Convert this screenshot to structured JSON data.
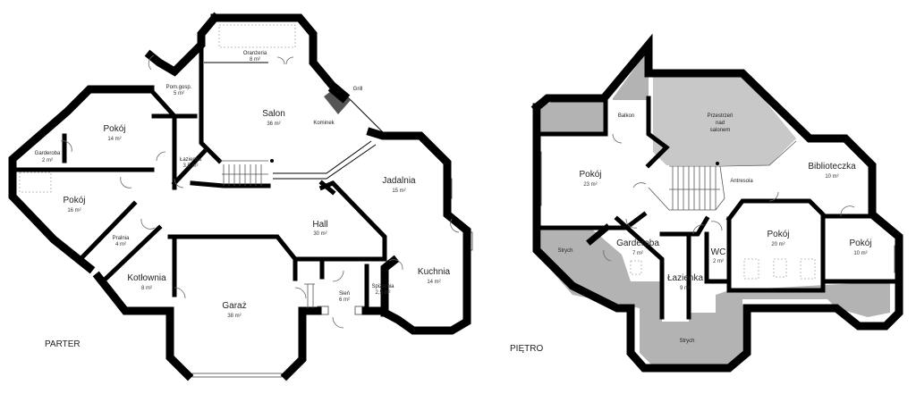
{
  "floors": [
    {
      "label": "PARTER",
      "rooms": [
        {
          "name": "Pokój",
          "area": "14 m²"
        },
        {
          "name": "Garderoba",
          "area": "2 m²"
        },
        {
          "name": "Pokój",
          "area": "16 m²"
        },
        {
          "name": "Pom.gosp.",
          "area": "5 m²"
        },
        {
          "name": "Łazienka",
          "area": "3,5 m²"
        },
        {
          "name": "Oranżeria",
          "area": "8 m²"
        },
        {
          "name": "Salon",
          "area": "36 m²"
        },
        {
          "name": "Kominek",
          "area": ""
        },
        {
          "name": "Grill",
          "area": ""
        },
        {
          "name": "Jadalnia",
          "area": "15 m²"
        },
        {
          "name": "Hall",
          "area": "30 m²"
        },
        {
          "name": "Pralnia",
          "area": "4 m²"
        },
        {
          "name": "Kotłownia",
          "area": "8 m²"
        },
        {
          "name": "Garaż",
          "area": "38 m²"
        },
        {
          "name": "Sień",
          "area": "6 m²"
        },
        {
          "name": "Spiżarnia",
          "area": "2,5 m²"
        },
        {
          "name": "Kuchnia",
          "area": "14 m²"
        }
      ]
    },
    {
      "label": "PIĘTRO",
      "rooms": [
        {
          "name": "Balkon",
          "area": ""
        },
        {
          "name": "Przestrzeń nad salonem",
          "area": ""
        },
        {
          "name": "Pokój",
          "area": "23 m²"
        },
        {
          "name": "Antresola",
          "area": ""
        },
        {
          "name": "Biblioteczka",
          "area": "10 m²"
        },
        {
          "name": "Garderoba",
          "area": "7 m²"
        },
        {
          "name": "WC",
          "area": "2 m²"
        },
        {
          "name": "Pokój",
          "area": "20 m²"
        },
        {
          "name": "Pokój",
          "area": "10 m²"
        },
        {
          "name": "Łazienka",
          "area": "9 m²"
        },
        {
          "name": "Strych",
          "area": ""
        },
        {
          "name": "Strych",
          "area": ""
        }
      ]
    }
  ],
  "labels": {
    "przestrzen_1": "Przestrzeń",
    "przestrzen_2": "nad",
    "przestrzen_3": "salonem"
  }
}
